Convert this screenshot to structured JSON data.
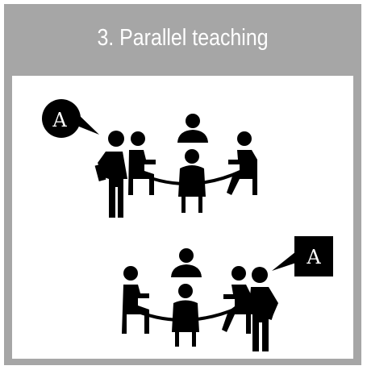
{
  "title": "3. Parallel teaching",
  "bubbles": {
    "top_left": "A",
    "bottom_right": "A"
  },
  "colors": {
    "frame": "#a6a6a6",
    "panel": "#ffffff",
    "figure": "#000000",
    "title_text": "#ffffff"
  },
  "icons": [
    "teacher-figure-icon",
    "student-figure-icon",
    "round-table-icon",
    "speech-bubble-icon"
  ]
}
